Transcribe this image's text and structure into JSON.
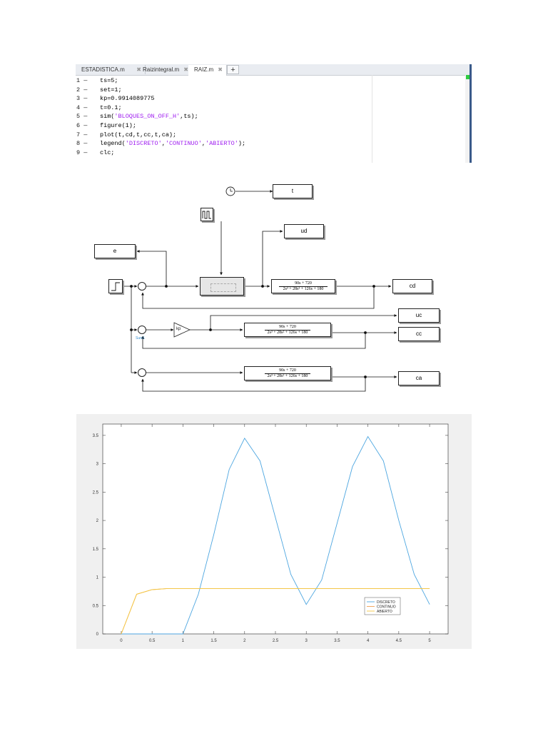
{
  "editor": {
    "tabs": [
      {
        "label": "ESTADISTICA.m",
        "close": "✖"
      },
      {
        "label": "Raizintegral.m",
        "close": "✖"
      },
      {
        "label": "RAIZ.m",
        "close": "✖"
      }
    ],
    "add_tab": "+",
    "lines": [
      {
        "num": "1 —",
        "parts": [
          {
            "t": "ts=5;",
            "s": false
          }
        ]
      },
      {
        "num": "2 —",
        "parts": [
          {
            "t": "set=1;",
            "s": false
          }
        ]
      },
      {
        "num": "3 —",
        "parts": [
          {
            "t": "kp=0.9914089775",
            "s": false
          }
        ]
      },
      {
        "num": "4 —",
        "parts": [
          {
            "t": "t=0.1;",
            "s": false
          }
        ]
      },
      {
        "num": "5 —",
        "parts": [
          {
            "t": "sim(",
            "s": false
          },
          {
            "t": "'BLOQUES_ON_OFF_H'",
            "s": true
          },
          {
            "t": ",ts);",
            "s": false
          }
        ]
      },
      {
        "num": "6 —",
        "parts": [
          {
            "t": "figure(1);",
            "s": false
          }
        ]
      },
      {
        "num": "7 —",
        "parts": [
          {
            "t": "plot(t,cd,t,cc,t,ca);",
            "s": false
          }
        ]
      },
      {
        "num": "8 —",
        "parts": [
          {
            "t": "legend(",
            "s": false
          },
          {
            "t": "'DISCRETO'",
            "s": true
          },
          {
            "t": ",",
            "s": false
          },
          {
            "t": "'CONTINUO'",
            "s": true
          },
          {
            "t": ",",
            "s": false
          },
          {
            "t": "'ABIERTO'",
            "s": true
          },
          {
            "t": ");",
            "s": false
          }
        ]
      },
      {
        "num": "9 —",
        "parts": [
          {
            "t": "clc;",
            "s": false
          }
        ]
      }
    ],
    "string_color": "#a020f0"
  },
  "model": {
    "blocks": {
      "t": "t",
      "ud": "ud",
      "e": "e",
      "cd": "cd",
      "uc": "uc",
      "cc": "cc",
      "ca": "ca",
      "kp": "kp"
    },
    "tf_num": "90s + 720",
    "tf_den": "2s³ + 28s² + 126s + 180",
    "sum_label": "Sum1",
    "sum_signs": "+ -"
  },
  "chart_data": {
    "type": "line",
    "xlim": [
      -0.3,
      5.3
    ],
    "ylim": [
      0,
      3.7
    ],
    "xticks": [
      "0",
      "0.5",
      "1",
      "1.5",
      "2",
      "2.5",
      "3",
      "3.5",
      "4",
      "4.5",
      "5"
    ],
    "yticks": [
      "0",
      "0.5",
      "1",
      "1.5",
      "2",
      "2.5",
      "3",
      "3.5"
    ],
    "grid": false,
    "legend_position": "bottom-right",
    "series": [
      {
        "name": "DISCRETO",
        "color": "#4da6e0",
        "x": [
          0,
          0.25,
          0.5,
          0.75,
          1,
          1.25,
          1.5,
          1.75,
          2,
          2.25,
          2.5,
          2.75,
          3,
          3.25,
          3.5,
          3.75,
          4,
          4.25,
          4.5,
          4.75,
          5
        ],
        "y": [
          0,
          0,
          0,
          0,
          0,
          0.7,
          1.75,
          2.9,
          3.45,
          3.05,
          2.05,
          1.05,
          0.52,
          0.95,
          1.95,
          2.95,
          3.48,
          3.05,
          2.0,
          1.05,
          0.52
        ]
      },
      {
        "name": "CONTINUO",
        "color": "#f0a050",
        "x": [
          0,
          0.25,
          0.5,
          0.75,
          1,
          1.5,
          2,
          2.5,
          3,
          3.5,
          4,
          4.5,
          5
        ],
        "y": [
          0,
          0.7,
          0.78,
          0.8,
          0.8,
          0.8,
          0.8,
          0.8,
          0.8,
          0.8,
          0.8,
          0.8,
          0.8
        ]
      },
      {
        "name": "ABIERTO",
        "color": "#f4c842",
        "x": [
          0,
          0.25,
          0.5,
          0.75,
          1,
          1.5,
          2,
          2.5,
          3,
          3.5,
          4,
          4.5,
          5
        ],
        "y": [
          0,
          0.7,
          0.78,
          0.8,
          0.8,
          0.8,
          0.8,
          0.8,
          0.8,
          0.8,
          0.8,
          0.8,
          0.8
        ]
      }
    ]
  }
}
